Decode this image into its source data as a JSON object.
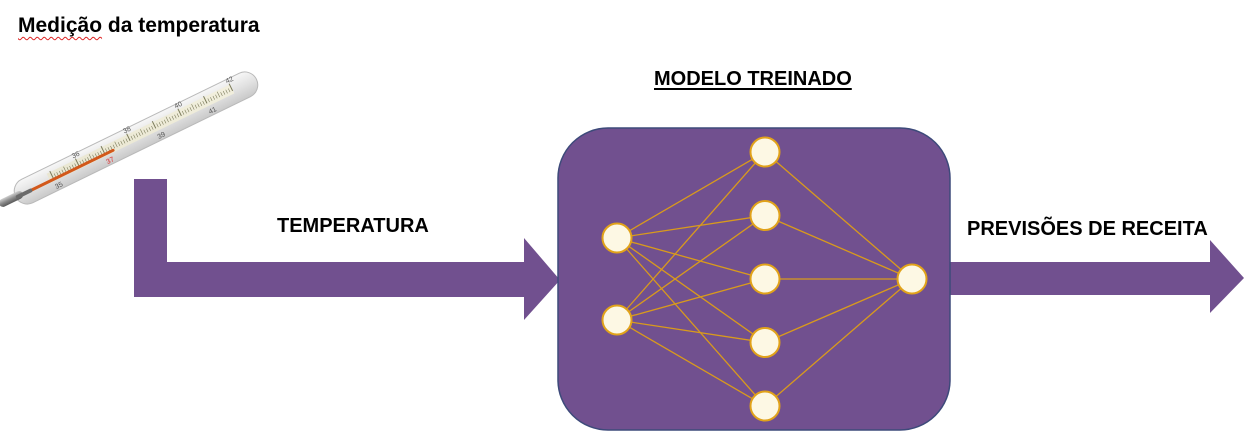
{
  "title": {
    "word1": "Medição",
    "rest": " da temperatura"
  },
  "model": {
    "title": "MODELO TREINADO",
    "layers": [
      2,
      5,
      1
    ]
  },
  "input_arrow": {
    "label": "TEMPERATURA"
  },
  "output_arrow": {
    "label": "PREVISÕES DE RECEITA"
  },
  "thermometer": {
    "scale_labels": [
      "35",
      "36",
      "37",
      "38",
      "39",
      "40",
      "41",
      "42"
    ]
  },
  "colors": {
    "arrow": "#71508f",
    "box_fill": "#71508f",
    "box_stroke": "#3d4a7a",
    "node_fill": "#fdf8e4",
    "node_stroke": "#e1a21a",
    "edge": "#d99a1c"
  }
}
